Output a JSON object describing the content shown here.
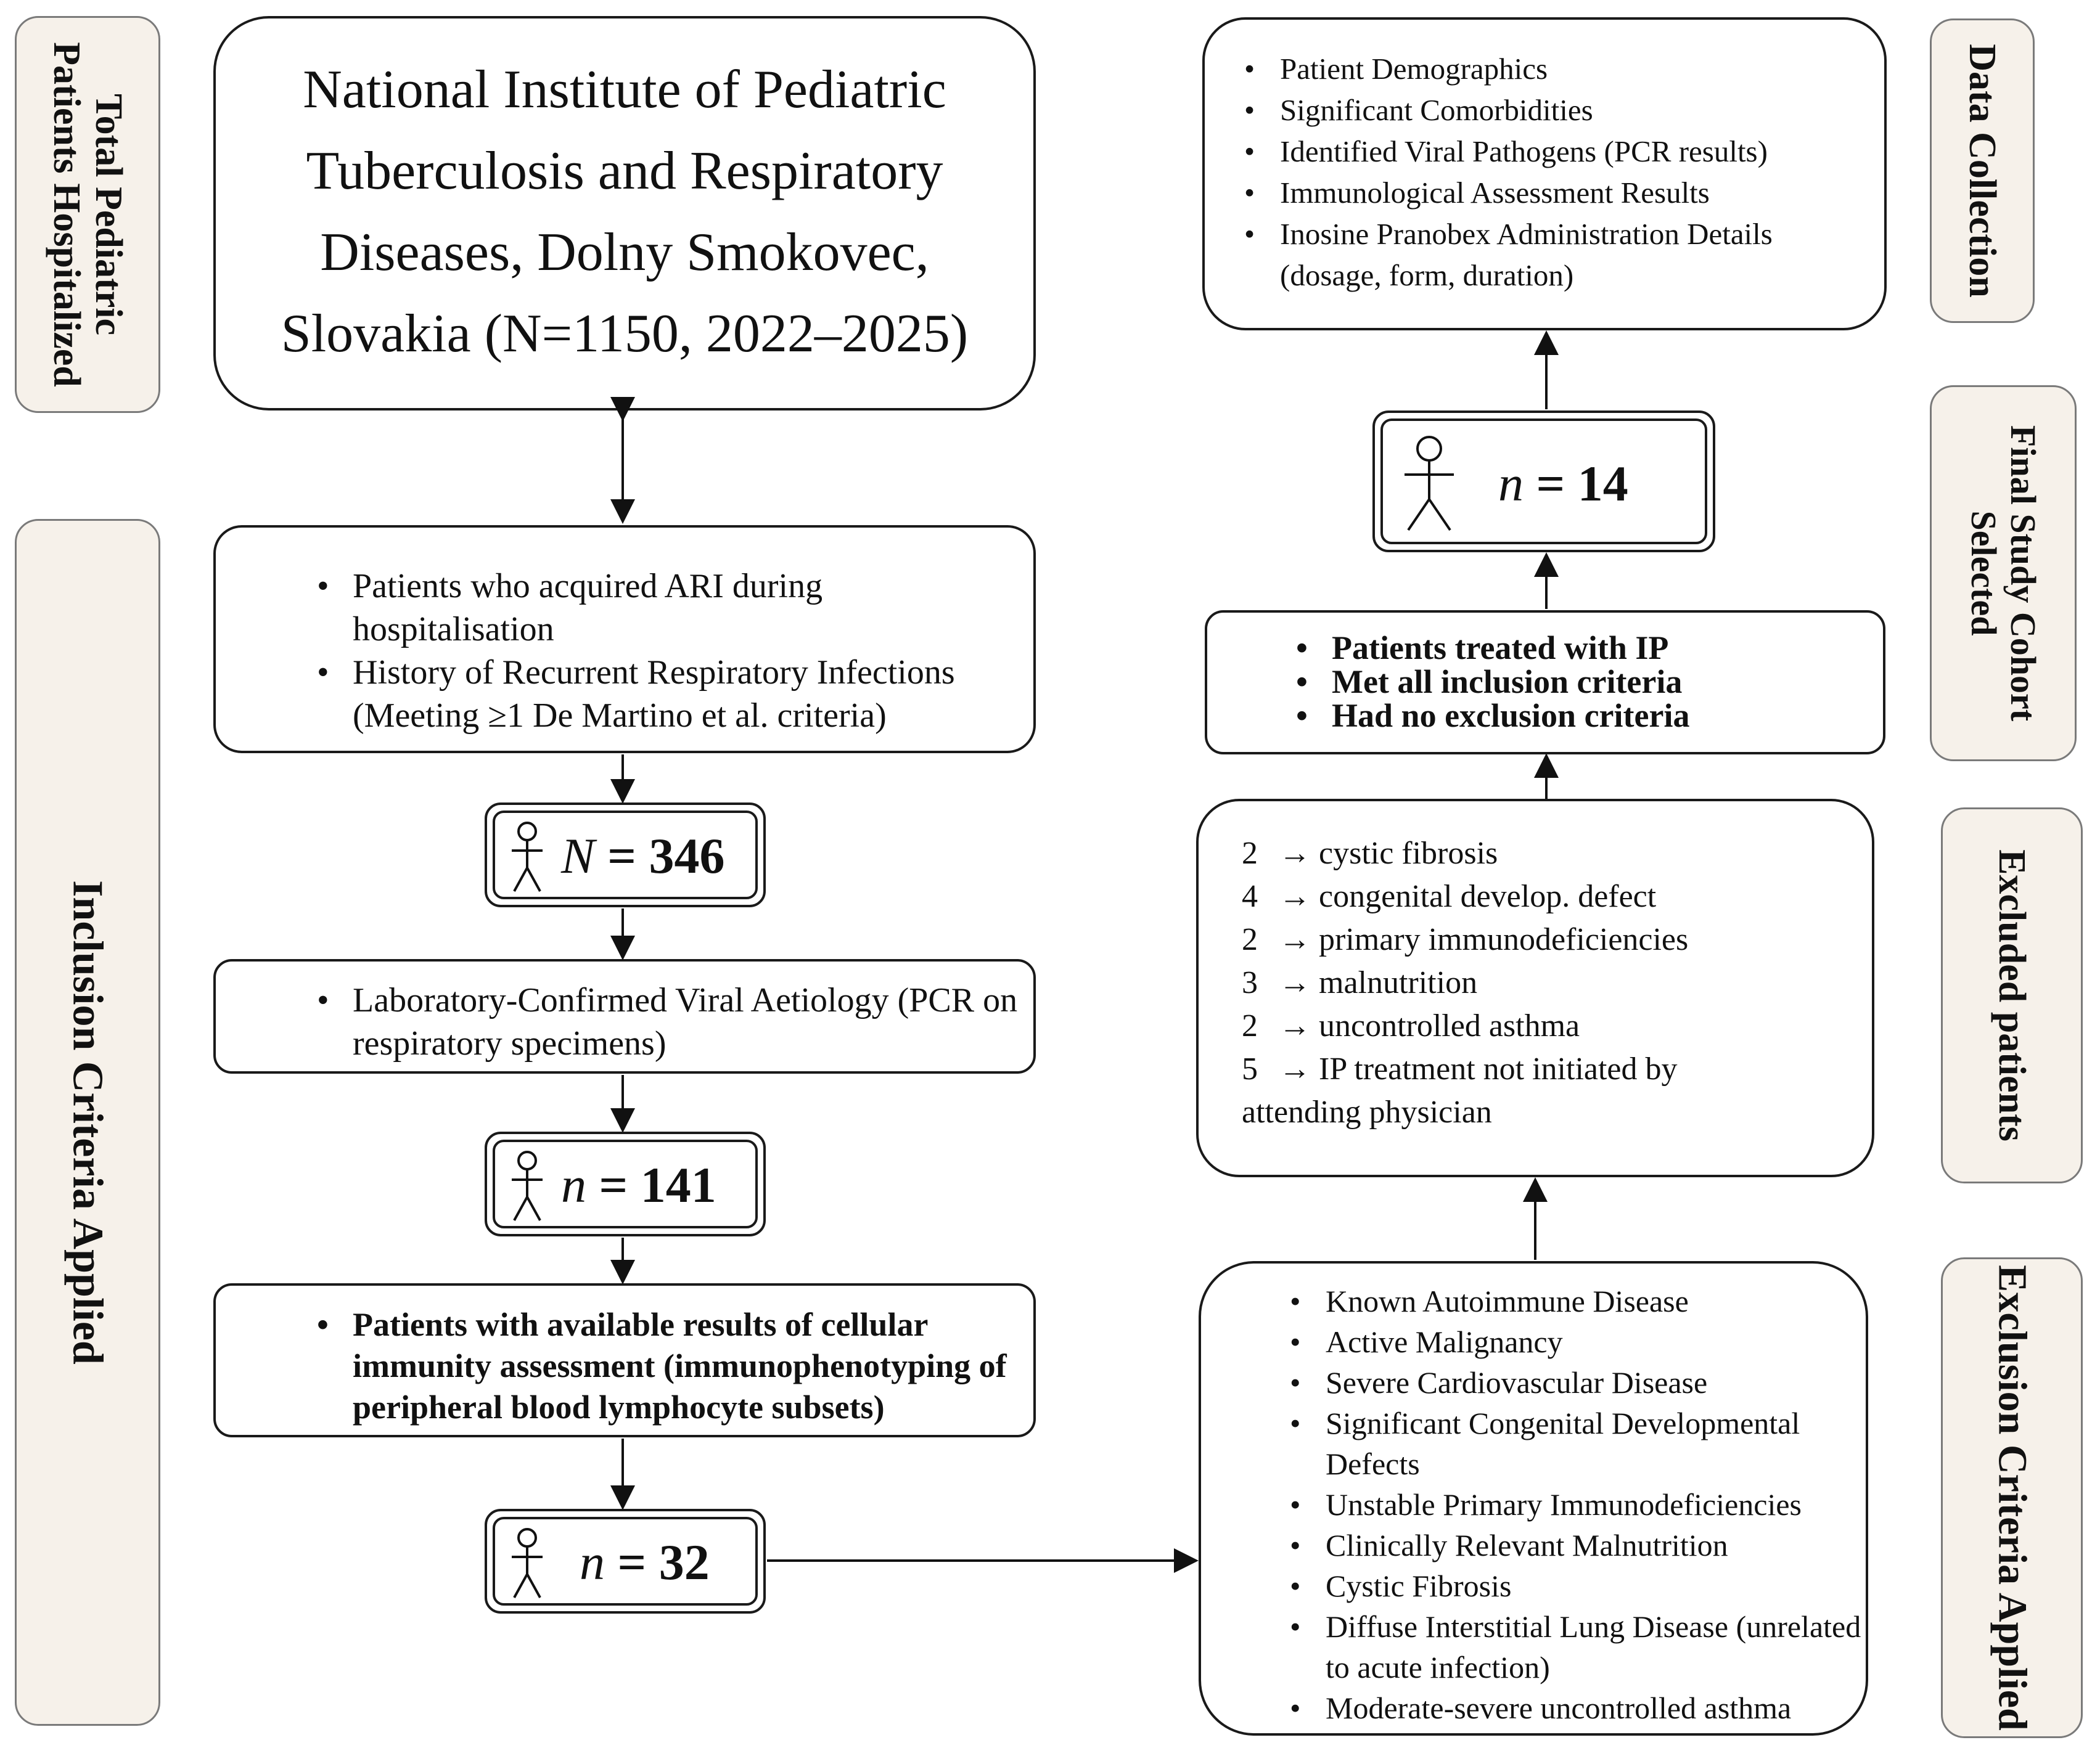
{
  "side_labels": {
    "total": {
      "line1": "Total Pediatric",
      "line2": "Patients Hospitalized"
    },
    "inclusion": {
      "line1": "Inclusion Criteria Applied"
    },
    "data_collection": {
      "line1": "Data Collection"
    },
    "final_cohort": {
      "line1": "Final Study Cohort",
      "line2": "Selected"
    },
    "excluded": {
      "line1": "Excluded patients"
    },
    "exclusion": {
      "line1": "Exclusion Criteria Applied"
    }
  },
  "header_box": {
    "lines": [
      "National Institute of Pediatric",
      "Tuberculosis and Respiratory",
      "Diseases, Dolny Smokovec,",
      "Slovakia (N=1150, 2022–2025)"
    ]
  },
  "inclusion_box1": {
    "items": [
      "Patients who acquired  ARI during hospitalisation",
      "History of Recurrent Respiratory Infections (Meeting ≥1 De Martino et al. criteria)"
    ]
  },
  "count1": {
    "var": "N",
    "eq": " = ",
    "value": "346"
  },
  "inclusion_box2": {
    "items": [
      "Laboratory-Confirmed Viral Aetiology (PCR on respiratory specimens)"
    ]
  },
  "count2": {
    "var": "n",
    "eq": " = ",
    "value": "141"
  },
  "inclusion_box3": {
    "items": [
      "Patients with available results of cellular immunity assessment (immunophenotyping of peripheral blood lymphocyte subsets)"
    ]
  },
  "count3": {
    "var": "n",
    "eq": " = ",
    "value": "32"
  },
  "exclusion_criteria": {
    "items": [
      "Known Autoimmune Disease",
      "Active Malignancy",
      "Severe Cardiovascular Disease",
      "Significant Congenital Developmental Defects",
      "Unstable Primary Immunodeficiencies",
      "Clinically Relevant Malnutrition",
      "Cystic Fibrosis",
      "Diffuse Interstitial Lung Disease (unrelated to acute infection)",
      "Moderate-severe uncontrolled asthma"
    ]
  },
  "excluded_patients": {
    "rows": [
      {
        "count": "2",
        "reason": "→ cystic fibrosis"
      },
      {
        "count": "4",
        "reason": "→ congenital develop. defect"
      },
      {
        "count": "2",
        "reason": "→ primary immunodeficiencies"
      },
      {
        "count": "3",
        "reason": "→ malnutrition"
      },
      {
        "count": "2",
        "reason": "→ uncontrolled asthma"
      },
      {
        "count": "5",
        "reason": "→  IP treatment not initiated by"
      }
    ],
    "continuation": "attending physician"
  },
  "final_criteria": {
    "items": [
      "Patients treated with IP",
      "Met all inclusion criteria",
      "Had no exclusion criteria"
    ]
  },
  "count_final": {
    "var": "n",
    "eq": " = ",
    "value": "14"
  },
  "data_collection_box": {
    "items": [
      "Patient Demographics",
      "Significant Comorbidities",
      "Identified Viral Pathogens (PCR results)",
      "Immunological Assessment Results",
      "Inosine Pranobex Administration Details (dosage, form, duration)"
    ]
  }
}
